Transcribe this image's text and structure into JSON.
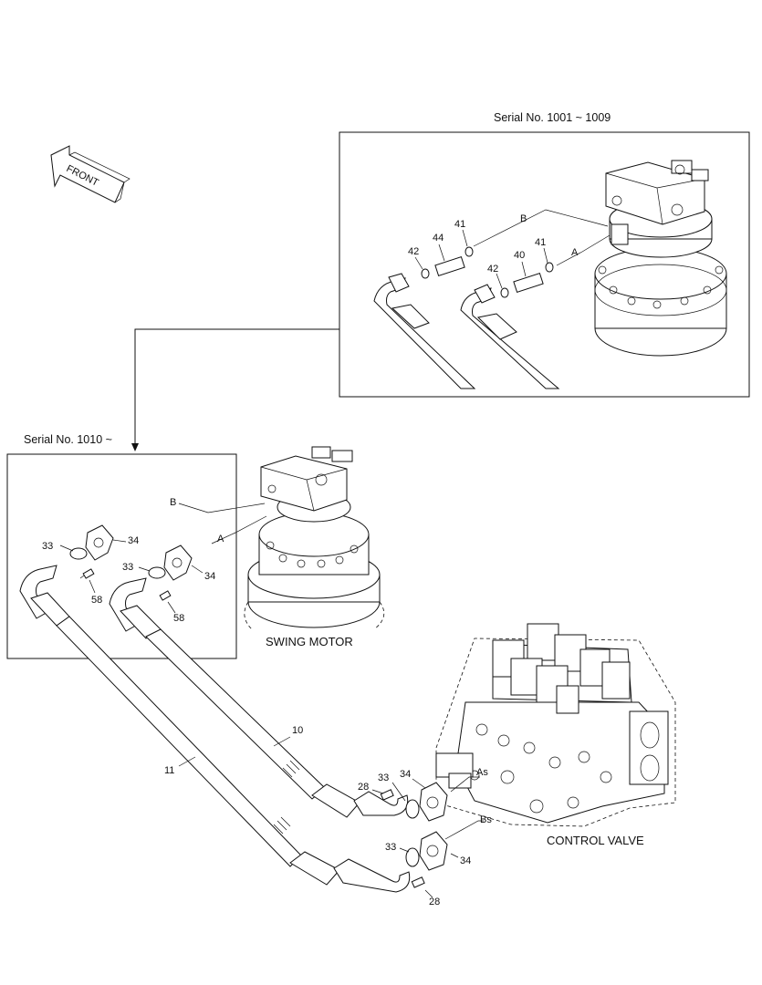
{
  "serial_top": "Serial No. 1001 ~ 1009",
  "serial_bottom": "Serial No. 1010 ~",
  "front_label": "FRONT",
  "swing_motor_label": "SWING MOTOR",
  "control_valve_label": "CONTROL VALVE",
  "connection_labels": {
    "a": "A",
    "b": "B",
    "as": "As",
    "bs": "Bs"
  },
  "callouts_top": {
    "oring_b": "42",
    "adapter_b": "44",
    "oring_b2": "41",
    "oring_a": "42",
    "adapter_a": "40",
    "oring_a2": "41"
  },
  "callouts_mid": {
    "oring_b": "33",
    "flange_b": "34",
    "bolt_b": "58",
    "oring_a": "33",
    "flange_a": "34",
    "bolt_a": "58"
  },
  "callouts_bottom": {
    "hose_10": "10",
    "hose_11": "11",
    "bolt_upper": "28",
    "oring_upper": "33",
    "flange_upper": "34",
    "oring_lower": "33",
    "flange_lower": "34",
    "bolt_lower": "28"
  }
}
